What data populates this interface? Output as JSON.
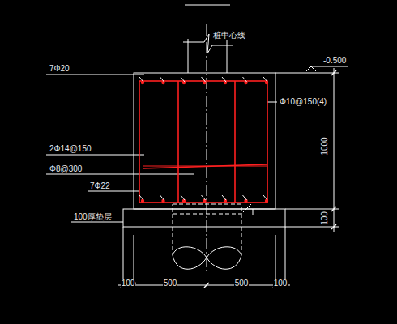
{
  "diagram": {
    "labels": [
      "桩中心线",
      "7Φ20",
      "-0.500",
      "Φ10@150(4)",
      "2Φ14@150",
      "Φ8@300",
      "7Φ22",
      "1000",
      "100厚垫层",
      "100",
      "100",
      "500",
      "500",
      "100"
    ]
  }
}
